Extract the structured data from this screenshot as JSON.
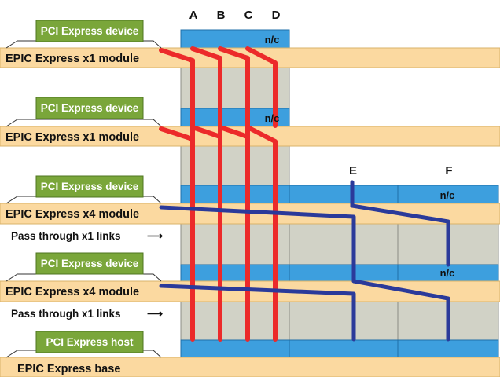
{
  "colors": {
    "module_bar": "#fbd9a0",
    "module_border": "#d9b36a",
    "connector": "#3d9fde",
    "connector_border": "#1f6fa8",
    "stack_fill": "#d1d2c6",
    "stack_border": "#8b8c84",
    "device_green": "#7aa63a",
    "device_border": "#4f7620",
    "red_link": "#ec2a2a",
    "blue_link": "#2b3a9a",
    "text_dark": "#111111",
    "text_light": "#ffffff"
  },
  "lane_labels": [
    "A",
    "B",
    "C",
    "D",
    "E",
    "F"
  ],
  "nc_label": "n/c",
  "devices": [
    "PCI Express device",
    "PCI Express device",
    "PCI Express device",
    "PCI Express device",
    "PCI Express host"
  ],
  "modules": [
    "EPIC Express x1 module",
    "EPIC Express x1 module",
    "EPIC Express x4 module",
    "EPIC Express x4 module",
    "EPIC Express base"
  ],
  "pass_through": [
    "Pass through x1 links",
    "Pass through x1 links"
  ],
  "pass_arrow": "⟶"
}
